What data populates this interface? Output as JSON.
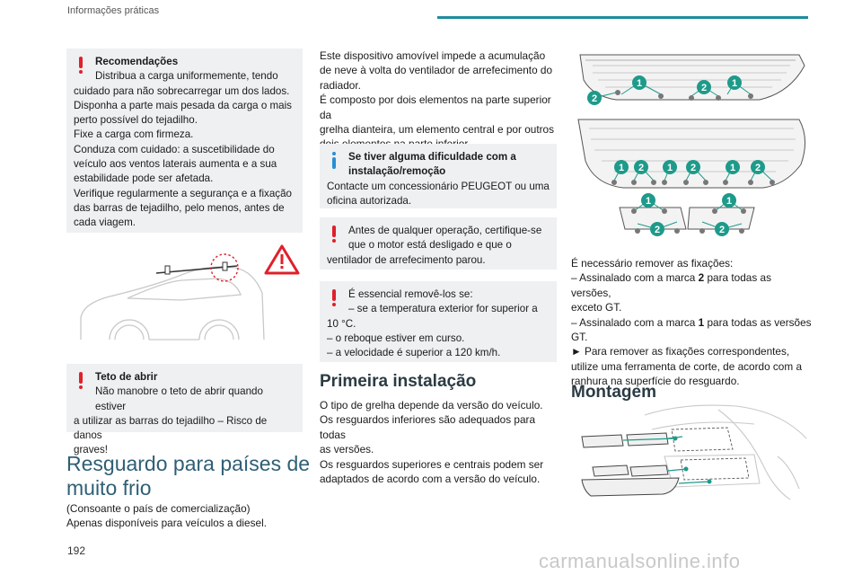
{
  "header": {
    "section": "Informações práticas"
  },
  "page_number": "192",
  "watermark": "carmanualsonline.info",
  "col1": {
    "recommend": {
      "title": "Recomendações",
      "lines": [
        "Distribua a carga uniformemente, tendo",
        "cuidado para não sobrecarregar um dos lados.",
        "Disponha a parte mais pesada da carga o mais",
        "perto possível do tejadilho.",
        "Fixe a carga com firmeza.",
        "Conduza com cuidado: a suscetibilidade do",
        "veículo aos ventos laterais aumenta e a sua",
        "estabilidade pode ser afetada.",
        "Verifique regularmente a segurança e a fixação",
        "das barras de tejadilho, pelo menos, antes de",
        "cada viagem."
      ]
    },
    "sunroof": {
      "title": "Teto de abrir",
      "lines": [
        "Não manobre o teto de abrir quando estiver",
        "a utilizar as barras do tejadilho – Risco de danos",
        "graves!"
      ]
    },
    "heading": [
      "Resguardo para países de",
      "muito frio"
    ],
    "intro": [
      "(Consoante o país de comercialização)",
      "Apenas disponíveis para veículos a diesel."
    ]
  },
  "col2": {
    "para": [
      "Este dispositivo amovível impede a acumulação",
      "de neve à volta do ventilador de arrefecimento do",
      "radiador.",
      "É composto por dois elementos na parte superior da",
      "grelha dianteira, um elemento central e por outros",
      "dois elementos na parte inferior."
    ],
    "info": {
      "title_lines": [
        "Se tiver alguma dificuldade com a",
        "instalação/remoção"
      ],
      "lines": [
        "Contacte um concessionário PEUGEOT ou uma",
        "oficina autorizada."
      ]
    },
    "warn1": [
      "Antes de qualquer operação, certifique-se",
      "que o motor está desligado e que o",
      "ventilador de arrefecimento parou."
    ],
    "warn2": [
      "É essencial removê-los se:",
      "–  se a temperatura exterior for superior a",
      "10 °C.",
      "–  o reboque estiver em curso.",
      "–  a velocidade é superior a 120 km/h."
    ],
    "heading": "Primeira instalação",
    "body": [
      "O tipo de grelha depende da versão do veículo.",
      "Os resguardos inferiores são adequados para todas",
      "as versões.",
      "Os resguardos superiores e centrais podem ser",
      "adaptados de acordo com a versão do veículo."
    ]
  },
  "col3": {
    "markers": {
      "one": "1",
      "two": "2"
    },
    "lines": [
      "É necessário remover as fixações:",
      "–  Assinalado com a marca ",
      "exceto GT.",
      "–  Assinalado com a marca ",
      "GT.",
      "►  Para remover as fixações correspondentes,",
      "utilize uma ferramenta de corte, de acordo com a",
      "ranhura na superfície do resguardo."
    ],
    "mark2_suffix": " para todas as versões,",
    "mark1_suffix": " para todas as versões",
    "heading": "Montagem"
  },
  "colors": {
    "accent": "#1e8c9c",
    "heading": "#2f5f76",
    "warn": "#e0202a",
    "info": "#2a8fd6",
    "badge": "#1e9a8a"
  }
}
